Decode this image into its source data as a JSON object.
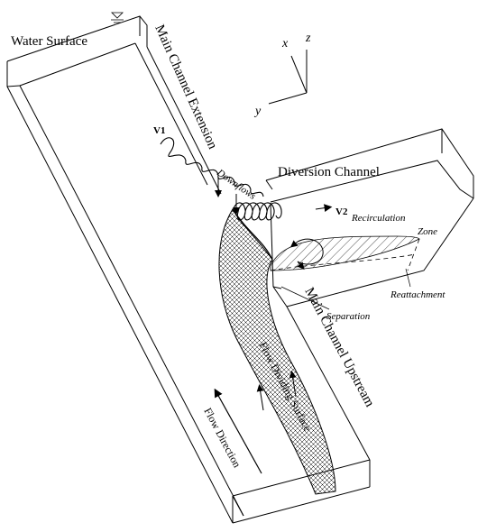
{
  "labels": {
    "water_surface": "Water Surface",
    "main_channel_extension": "Main Channel Extension",
    "diversion_channel": "Diversion Channel",
    "main_channel_upstream": "Main Channel Upstream",
    "flow_dividing_surface": "Flow Dividing Surface",
    "flow_direction": "Flow Direction",
    "downflows": "Downflows",
    "recirculation": "Recirculation",
    "zone": "Zone",
    "separation": "Separation",
    "reattachment": "Reattachment",
    "v1": "V1",
    "v2": "V2"
  },
  "axes": {
    "x": "x",
    "y": "y",
    "z": "z"
  }
}
